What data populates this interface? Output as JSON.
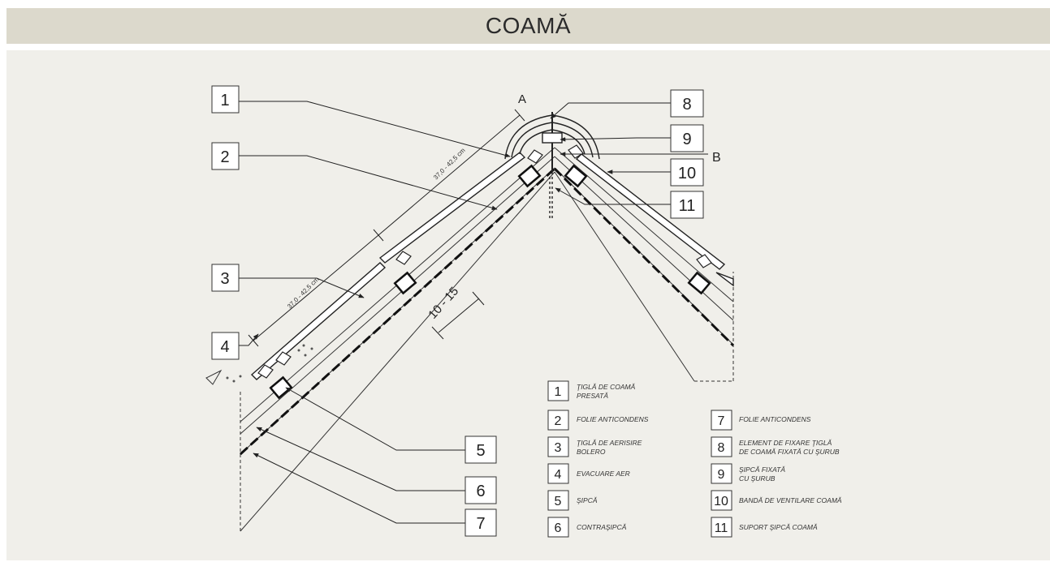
{
  "title": "COAMĂ",
  "callouts": [
    "1",
    "2",
    "3",
    "4",
    "5",
    "6",
    "7",
    "8",
    "9",
    "10",
    "11"
  ],
  "point_labels": {
    "a": "A",
    "b": "B"
  },
  "dimensions": {
    "upper": "37,0 - 42,5 cm",
    "lower": "37,0 - 42,5 cm",
    "gap": "10 - 15"
  },
  "legend": [
    {
      "num": "1",
      "lines": [
        "ŢIGLĂ DE COAMĂ",
        "PRESATĂ"
      ]
    },
    {
      "num": "2",
      "lines": [
        "FOLIE ANTICONDENS"
      ]
    },
    {
      "num": "3",
      "lines": [
        "ŢIGLĂ DE AERISIRE",
        "BOLERO"
      ]
    },
    {
      "num": "4",
      "lines": [
        "EVACUARE AER"
      ]
    },
    {
      "num": "5",
      "lines": [
        "ŞIPCĂ"
      ]
    },
    {
      "num": "6",
      "lines": [
        "CONTRAŞIPCĂ"
      ]
    },
    {
      "num": "7",
      "lines": [
        "FOLIE ANTICONDENS"
      ]
    },
    {
      "num": "8",
      "lines": [
        "ELEMENT DE FIXARE ŢIGLĂ",
        "DE COAMĂ FIXATĂ CU ŞURUB"
      ]
    },
    {
      "num": "9",
      "lines": [
        "ŞIPCĂ FIXATĂ",
        "CU ŞURUB"
      ]
    },
    {
      "num": "10",
      "lines": [
        "BANDĂ DE VENTILARE COAMĂ"
      ]
    },
    {
      "num": "11",
      "lines": [
        "SUPORT ŞIPCĂ COAMĂ"
      ]
    }
  ]
}
